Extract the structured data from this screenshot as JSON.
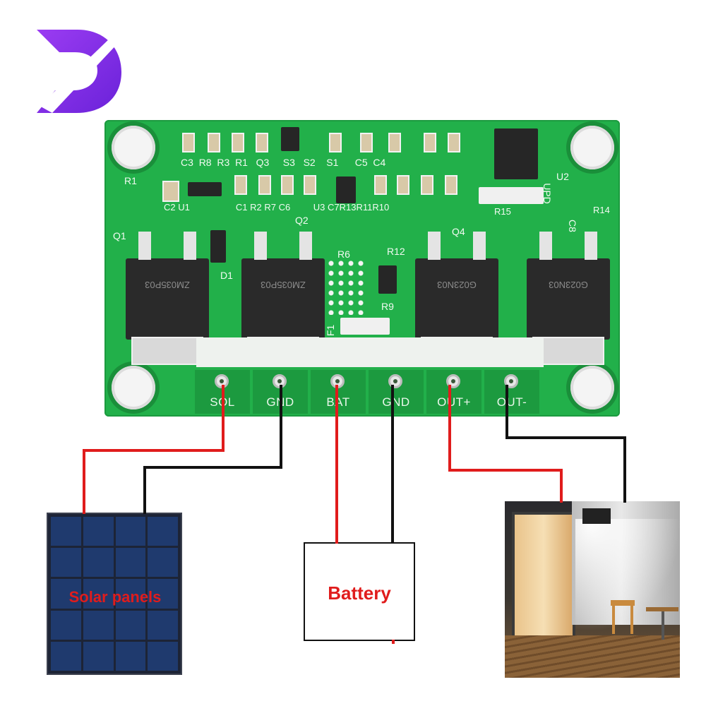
{
  "logo": {
    "letter": "D",
    "color": "#7a2ee6"
  },
  "board": {
    "terminals": [
      "SOL",
      "GND",
      "BAT",
      "GND",
      "OUT+",
      "OUT-"
    ],
    "silkscreen": {
      "top_row": [
        "C3",
        "R8",
        "R3",
        "R1",
        "Q3",
        "S3",
        "S2",
        "S1",
        "C5",
        "C4"
      ],
      "row2": [
        "R1",
        "U2",
        "UPD"
      ],
      "row3": [
        "C2",
        "U1",
        "C1",
        "R2",
        "R7",
        "C6",
        "U3",
        "C7",
        "R13",
        "R11",
        "R10",
        "R15",
        "R14"
      ],
      "row4": [
        "Q1",
        "Q2",
        "Q4",
        "C8"
      ],
      "misc": [
        "D1",
        "R6",
        "R12",
        "R9",
        "F1"
      ]
    },
    "mosfet_codes": [
      "ZM035P03",
      "ZM035P03",
      "G023N03",
      "G023N03"
    ],
    "colors": {
      "pcb": "#22b04a",
      "wire_positive": "#e01c1c",
      "wire_negative": "#111111"
    }
  },
  "labels": {
    "solar": "Solar panels",
    "battery": "Battery"
  }
}
